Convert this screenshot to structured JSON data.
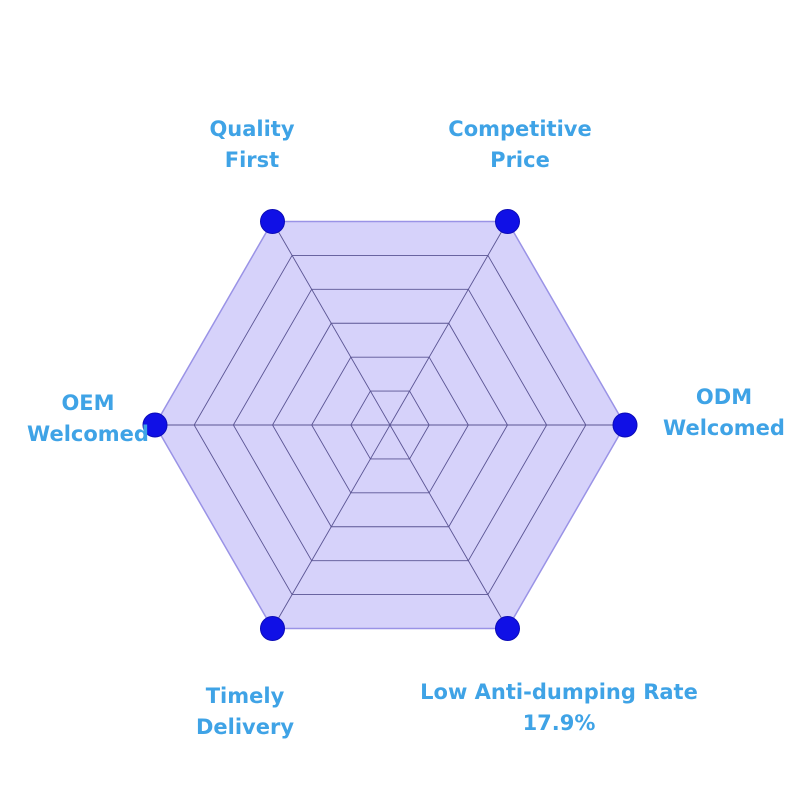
{
  "colors": {
    "label": "#3fa3e6",
    "fill": "#d6d2fa",
    "outline": "#9a93e6",
    "grid": "#5a5493",
    "point": "#1010e6",
    "point_stroke": "#0b0bb8"
  },
  "points": [
    {
      "line1": "Quality",
      "line2": "First",
      "value": 1
    },
    {
      "line1": "Competitive",
      "line2": "Price",
      "value": 1
    },
    {
      "line1": "ODM",
      "line2": "Welcomed",
      "value": 1
    },
    {
      "line1": "Low Anti-dumping Rate",
      "line2": "17.9%",
      "value": 1
    },
    {
      "line1": "Timely",
      "line2": "Delivery",
      "value": 1
    },
    {
      "line1": "OEM",
      "line2": "Welcomed",
      "value": 1
    }
  ],
  "grid_levels": 6
}
